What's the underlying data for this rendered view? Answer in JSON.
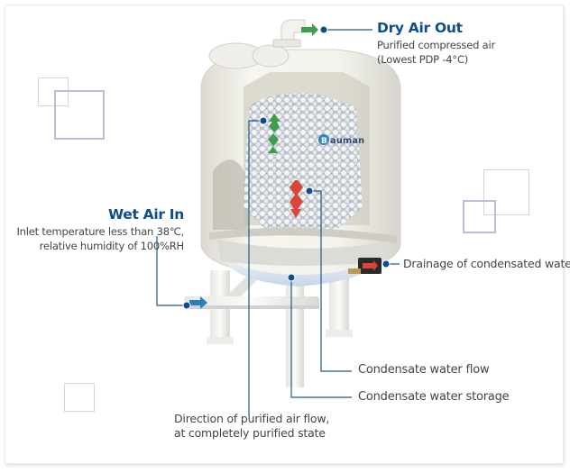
{
  "diagram": {
    "brand": "Bauman",
    "dry_air_out": {
      "title": "Dry Air Out",
      "line1": "Purified compressed air",
      "line2": "(Lowest PDP -4°C)"
    },
    "wet_air_in": {
      "title": "Wet Air In",
      "line1": "Inlet temperature less than 38℃,",
      "line2": "relative humidity of 100%RH"
    },
    "callouts": {
      "drainage": "Drainage of condensated water",
      "condensate_flow": "Condensate water flow",
      "condensate_storage": "Condensate water storage",
      "purified_flow_line1": "Direction of purified air flow,",
      "purified_flow_line2": "at completely purified state"
    },
    "colors": {
      "title_blue": "#0d4d8c",
      "leader_line": "#1d5a86",
      "dot": "#0d4d8c",
      "arrow_green": "#3e9e4e",
      "arrow_red": "#d9453a",
      "arrow_blue": "#2a7fc0",
      "tank": "#f2f1ea"
    }
  }
}
